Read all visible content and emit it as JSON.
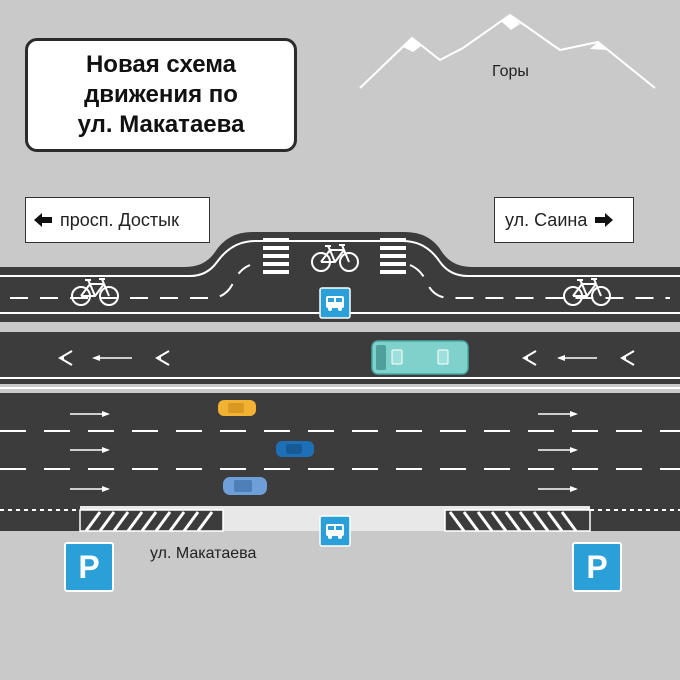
{
  "title": {
    "line1": "Новая схема",
    "line2": "движения по",
    "line3": "ул. Макатаева"
  },
  "mountains": {
    "label": "Горы"
  },
  "signs": {
    "left": "просп. Достык",
    "right": "ул. Саина"
  },
  "street": {
    "label": "ул. Макатаева"
  },
  "parking": {
    "symbol": "P"
  },
  "colors": {
    "background": "#c9c9c9",
    "asphalt": "#3c3c3c",
    "marking": "#ffffff",
    "bus_sign": "#2a9fd8",
    "parking_sign": "#2a9fd8",
    "car_yellow": "#f2b233",
    "car_blue": "#1d6fb8",
    "car_lightblue": "#6f9fd8",
    "bus": "#7fd1cc"
  },
  "icons": [
    "mountain-icon",
    "bicycle-icon",
    "bus-icon",
    "arrow-left-icon",
    "arrow-right-icon",
    "car-icon",
    "parking-icon"
  ]
}
